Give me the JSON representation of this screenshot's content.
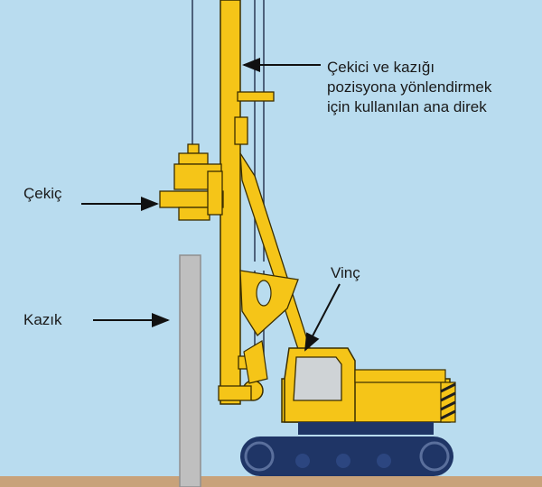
{
  "labels": {
    "mast": {
      "lines": [
        "Çekici ve kazığı",
        "pozisyona yönlendirmek",
        "için kullanılan ana direk"
      ]
    },
    "hammer": "Çekiç",
    "pile": "Kazık",
    "crane": "Vinç"
  },
  "colors": {
    "sky": "#b9dcef",
    "ground": "#c8a27a",
    "machine_yellow": "#f5c518",
    "machine_outline": "#3a2e00",
    "track_navy": "#1f3566",
    "pile_gray": "#bfbfbf",
    "cab_window": "#cfd3d6",
    "arrow": "#111111"
  }
}
